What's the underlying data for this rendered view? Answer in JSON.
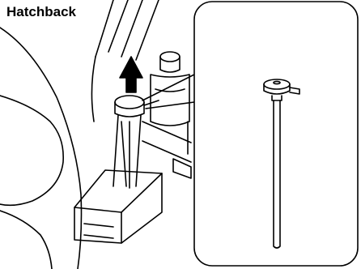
{
  "illustration": {
    "caption": "Hatchback",
    "ink_color": "#000000",
    "background_color": "#ffffff",
    "depicts": [
      "vehicle-body",
      "washer-fluid-reservoir",
      "reservoir-cap",
      "pull-up-arrow",
      "dipstick-detail-callout"
    ]
  }
}
